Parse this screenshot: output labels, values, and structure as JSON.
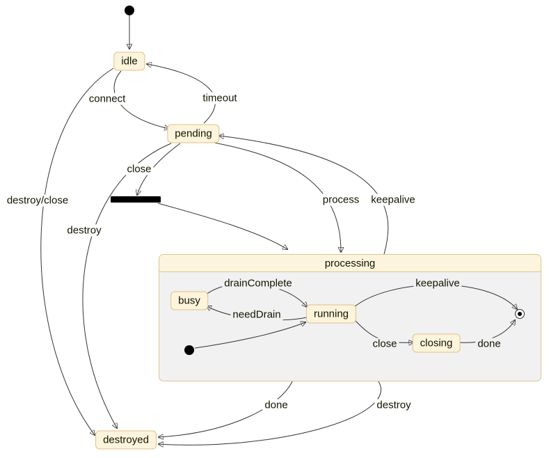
{
  "diagram_type": "state-diagram",
  "colors": {
    "state_fill": "#fcf4dc",
    "state_border": "#e3c088",
    "composite_body": "#f1f1f1",
    "edge": "#333333",
    "fork_bar": "#000000"
  },
  "states": [
    {
      "id": "start",
      "type": "initial",
      "label": ""
    },
    {
      "id": "idle",
      "type": "state",
      "label": "idle"
    },
    {
      "id": "pending",
      "type": "state",
      "label": "pending"
    },
    {
      "id": "close-fork",
      "type": "fork",
      "label": ""
    },
    {
      "id": "processing",
      "type": "composite",
      "label": "processing",
      "children": [
        "busy",
        "running",
        "closing"
      ]
    },
    {
      "id": "busy",
      "type": "state",
      "label": "busy"
    },
    {
      "id": "running",
      "type": "state",
      "label": "running"
    },
    {
      "id": "closing",
      "type": "state",
      "label": "closing"
    },
    {
      "id": "processing-start",
      "type": "initial",
      "label": ""
    },
    {
      "id": "processing-final",
      "type": "final",
      "label": ""
    },
    {
      "id": "destroyed",
      "type": "state",
      "label": "destroyed"
    }
  ],
  "transitions": [
    {
      "from": "start",
      "to": "idle",
      "label": ""
    },
    {
      "from": "idle",
      "to": "pending",
      "label": "connect"
    },
    {
      "from": "pending",
      "to": "idle",
      "label": "timeout"
    },
    {
      "from": "pending",
      "to": "close-fork",
      "label": "close"
    },
    {
      "from": "close-fork",
      "to": "processing",
      "label": ""
    },
    {
      "from": "pending",
      "to": "processing",
      "label": "process"
    },
    {
      "from": "processing",
      "to": "pending",
      "label": "keepalive"
    },
    {
      "from": "idle",
      "to": "destroyed",
      "label": "destroy/close"
    },
    {
      "from": "pending",
      "to": "destroyed",
      "label": "destroy"
    },
    {
      "from": "processing",
      "to": "destroyed",
      "label": "done"
    },
    {
      "from": "processing",
      "to": "destroyed",
      "label": "destroy"
    },
    {
      "from": "busy",
      "to": "running",
      "label": "drainComplete"
    },
    {
      "from": "running",
      "to": "busy",
      "label": "needDrain"
    },
    {
      "from": "processing-start",
      "to": "running",
      "label": ""
    },
    {
      "from": "running",
      "to": "processing-final",
      "label": "keepalive"
    },
    {
      "from": "running",
      "to": "closing",
      "label": "close"
    },
    {
      "from": "closing",
      "to": "processing-final",
      "label": "done"
    }
  ]
}
